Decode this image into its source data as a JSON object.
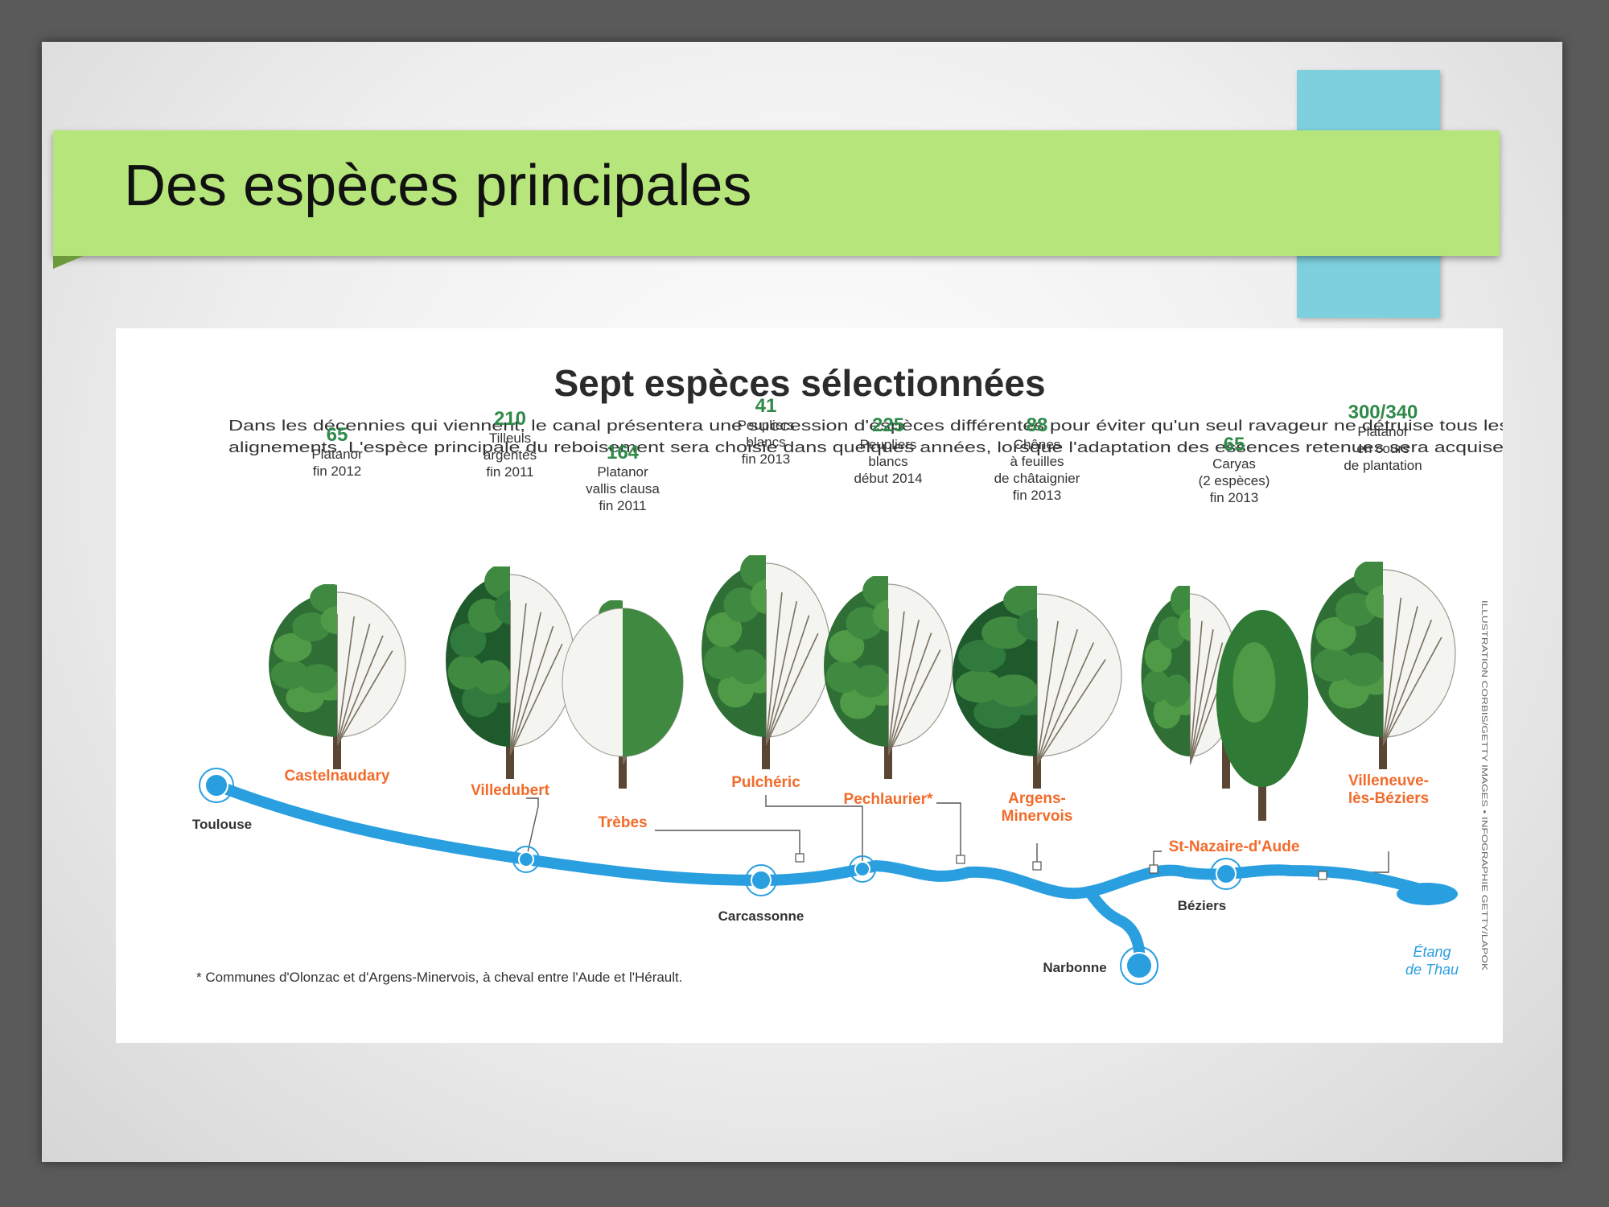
{
  "slide": {
    "title": "Des espèces principales",
    "colors": {
      "banner": "#b6e57c",
      "accent": "#7fd0de"
    }
  },
  "infographic": {
    "heading": "Sept espèces sélectionnées",
    "intro": [
      "Dans les décennies qui viennent, le canal présentera une succession d'espèces différentes pour éviter qu'un seul ravageur ne détruise tous les",
      "alignements. L'espèce principale du reboisement sera choisie dans quelques années, lorsque l'adaptation des essences retenues sera acquise."
    ],
    "species": [
      {
        "count": "65",
        "lines": [
          "Platanor",
          "fin 2012"
        ],
        "place": [
          "Castelnaudary"
        ]
      },
      {
        "count": "210",
        "lines": [
          "Tilleuls",
          "argentés",
          "fin 2011"
        ],
        "place": [
          "Villedubert"
        ]
      },
      {
        "count": "164",
        "lines": [
          "Platanor",
          "vallis clausa",
          "fin 2011"
        ],
        "place": [
          "Trèbes"
        ]
      },
      {
        "count": "41",
        "lines": [
          "Peupliers",
          "blancs",
          "fin 2013"
        ],
        "place": [
          "Pulchéric"
        ]
      },
      {
        "count": "225",
        "lines": [
          "Peupliers",
          "blancs",
          "début 2014"
        ],
        "place": [
          "Pechlaurier*"
        ]
      },
      {
        "count": "88",
        "lines": [
          "Chênes",
          "à feuilles",
          "de châtaignier",
          "fin 2013"
        ],
        "place": [
          "Argens-",
          "Minervois"
        ]
      },
      {
        "count": "65",
        "lines": [
          "Caryas",
          "(2 espèces)",
          "fin 2013"
        ],
        "place": [
          "St-Nazaire-d'Aude"
        ]
      },
      {
        "count": "300/340",
        "lines": [
          "Platanor",
          "en cours",
          "de plantation"
        ],
        "place": [
          "Villeneuve-",
          "lès-Béziers"
        ]
      }
    ],
    "cities": {
      "toulouse": "Toulouse",
      "carcassonne": "Carcassonne",
      "narbonne": "Narbonne",
      "beziers": "Béziers",
      "etang": [
        "Étang",
        "de Thau"
      ]
    },
    "footnote": "* Communes d'Olonzac et d'Argens-Minervois, à cheval entre l'Aude et l'Hérault.",
    "credit": "ILLUSTRATION CORBIS/GETTY IMAGES • INFOGRAPHIE GETTY/LAPOK",
    "colors": {
      "count": "#2f8a4a",
      "place": "#f26b2a",
      "canal": "#2a9fe0",
      "etang_text": "#2a9fe0"
    }
  }
}
